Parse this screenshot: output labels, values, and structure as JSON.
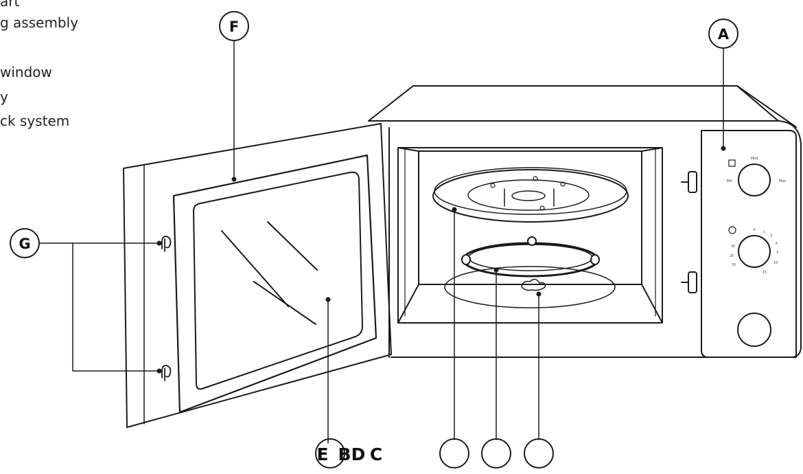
{
  "legend": {
    "lines": [
      "art",
      "g assembly",
      "window",
      "y",
      "ck system"
    ]
  },
  "callouts": {
    "a": "A",
    "f": "F",
    "g": "G"
  },
  "bottom_labels": {
    "e": "E",
    "b": "B",
    "d": "D",
    "c": "C"
  },
  "control_panel": {
    "power_dial": {
      "top": "Med",
      "left": "Min",
      "right": "Max"
    },
    "timer_dial": {
      "ticks": [
        "0",
        "1",
        "2",
        "4",
        "5",
        "10",
        "15",
        "20",
        "25",
        "30"
      ]
    }
  },
  "colors": {
    "line": "#1a1a1a",
    "background": "#ffffff"
  }
}
